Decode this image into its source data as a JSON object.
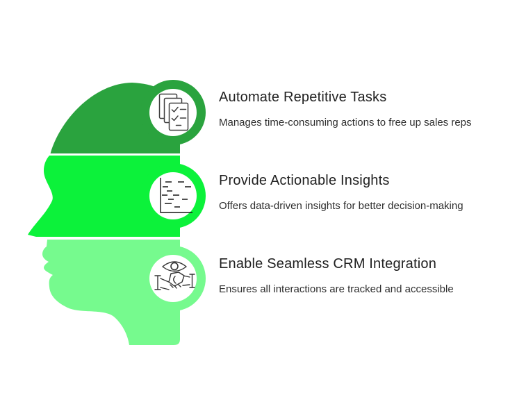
{
  "infographic": {
    "background": "#ffffff",
    "figure": "human-head-profile-three-sections",
    "items": [
      {
        "title": "Automate Repetitive Tasks",
        "description": "Manages time-consuming actions to free up sales reps",
        "icon": "checklist-documents-icon",
        "color": "#2aa33e"
      },
      {
        "title": "Provide Actionable Insights",
        "description": "Offers data-driven insights for better decision-making",
        "icon": "scatter-chart-icon",
        "color": "#0cf23a"
      },
      {
        "title": "Enable Seamless CRM Integration",
        "description": "Ensures all interactions are tracked and accessible",
        "icon": "eye-handshake-icon",
        "color": "#76fa8e"
      }
    ]
  }
}
